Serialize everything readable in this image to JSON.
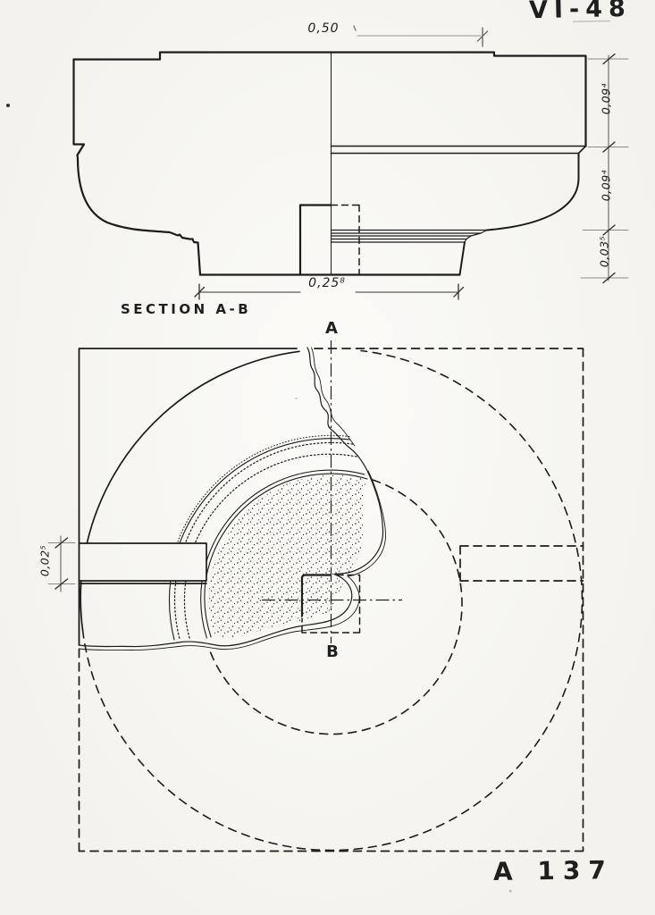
{
  "page": {
    "kind": "scanned measured drawing",
    "paper_color": "#f7f6f2",
    "ink_color": "#1c1c1c"
  },
  "annotations": {
    "drawing_number": "VI-48",
    "catalog_number": "A 137"
  },
  "section_view": {
    "label": "SECTION A-B",
    "dim_overall_width": "0,50",
    "dim_foot_width": "0,25⁸",
    "dims_right": [
      {
        "value": "0,09⁴"
      },
      {
        "value": "0,09⁴"
      },
      {
        "value": "0,03⁵"
      }
    ]
  },
  "plan_view": {
    "axis_label_top": "A",
    "axis_label_bottom": "B",
    "dim_band_height": "0,02⁵"
  }
}
